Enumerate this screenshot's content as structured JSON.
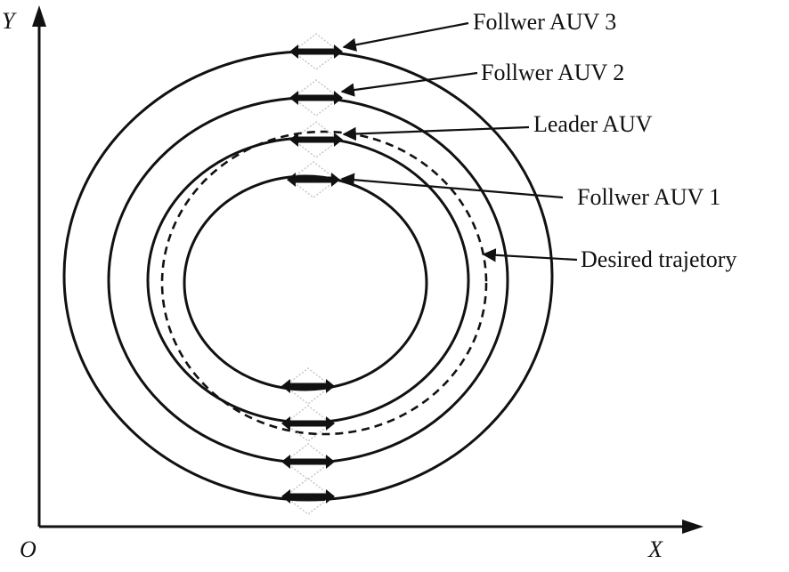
{
  "axes": {
    "x_label": "X",
    "y_label": "Y",
    "origin_label": "O"
  },
  "labels": {
    "follower3": "Follwer AUV 3",
    "follower2": "Follwer AUV 2",
    "leader": "Leader AUV",
    "follower1": "Follwer AUV 1",
    "desired": "Desired trajetory"
  },
  "colors": {
    "ink": "#111111",
    "glow": "#c8c8c8"
  }
}
